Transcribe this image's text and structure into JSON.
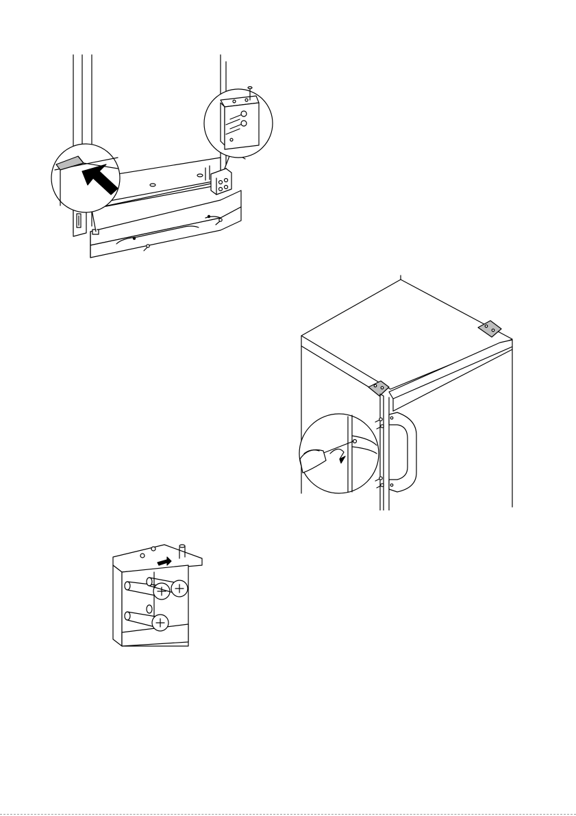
{
  "page": {
    "figures": [
      {
        "id": "plinth",
        "icon": "plinth-mounting-illustration"
      },
      {
        "id": "handle",
        "icon": "door-handle-screwing-illustration"
      },
      {
        "id": "bracket",
        "icon": "hinge-bracket-detail-illustration"
      }
    ],
    "colors": {
      "ink": "#000000",
      "paper": "#ffffff",
      "grey": "#bdbdbd"
    }
  }
}
